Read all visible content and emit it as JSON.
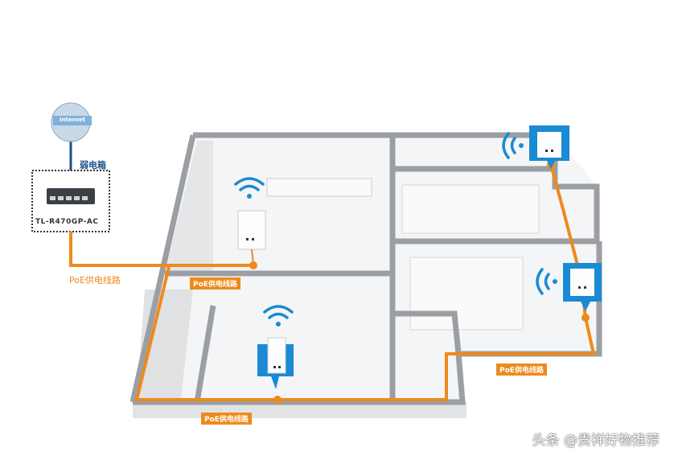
{
  "internet": {
    "label": "Internet"
  },
  "cabinet": {
    "title": "弱电箱",
    "model": "TL-R470GP-AC"
  },
  "labels": {
    "poe_plain": "PoE供电线路",
    "poe_tag_1": "PoE供电线路",
    "poe_tag_2": "PoE供电线路",
    "poe_tag_3": "PoE供电线路"
  },
  "watermark": "头条 @贵祥好物推荐",
  "colors": {
    "poe_line": "#ee8a1c",
    "ap_blue": "#1a8ad4",
    "wall": "#9b9ea2",
    "uplink": "#1f4f8c"
  }
}
